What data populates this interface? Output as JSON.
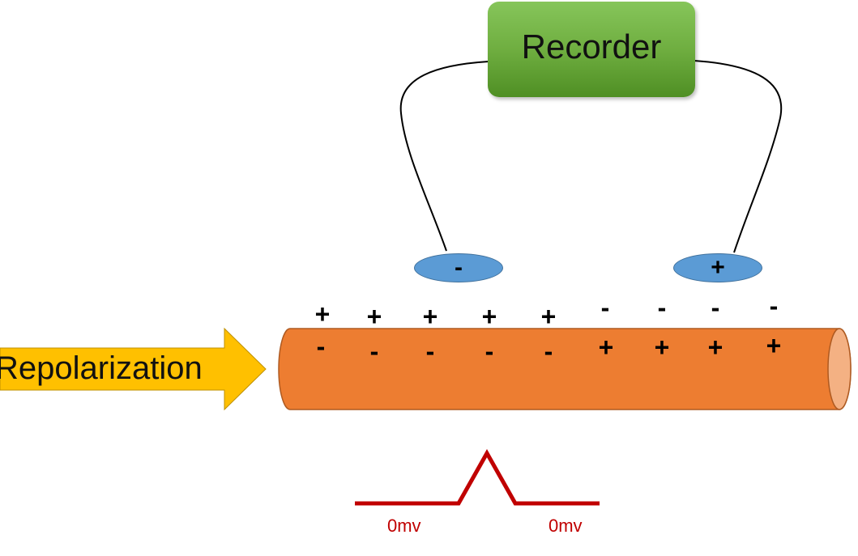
{
  "recorder": {
    "label": "Recorder"
  },
  "electrodes": {
    "negative": "-",
    "positive": "+"
  },
  "arrow": {
    "label": "Repolarization"
  },
  "outer_charges": [
    "+",
    "+",
    "+",
    "+",
    "+",
    "-",
    "-",
    "-",
    "-"
  ],
  "inner_charges": [
    "-",
    "-",
    "-",
    "-",
    "-",
    "+",
    "+",
    "+",
    "+"
  ],
  "trace": {
    "left_label": "0mv",
    "right_label": "0mv"
  },
  "colors": {
    "axon": "#ed7d31",
    "axon_end": "#f4b183",
    "electrode": "#5b9bd5",
    "arrow": "#ffc000",
    "recorder": "#70ad47",
    "trace": "#c00000"
  }
}
